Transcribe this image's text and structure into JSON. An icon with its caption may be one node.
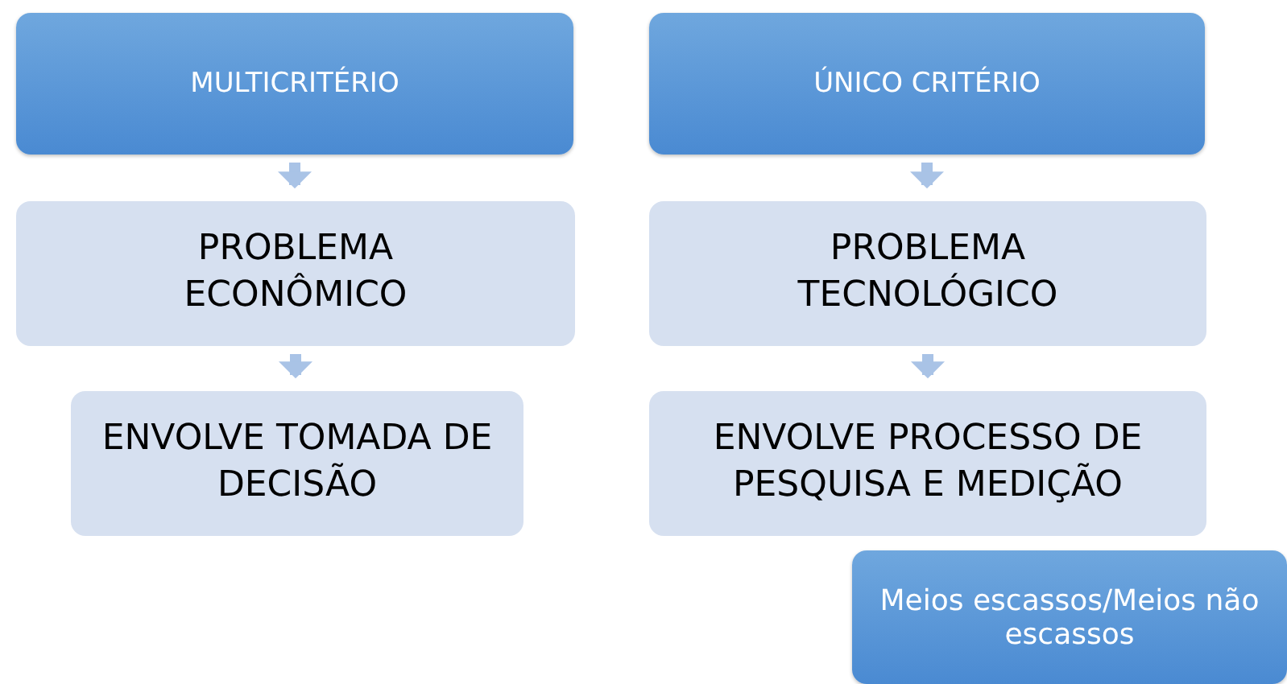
{
  "diagram": {
    "nodes": [
      {
        "text": [
          "MULTICRITÉRIO"
        ]
      },
      {
        "text": [
          "PROBLEMA ECONÔMICO"
        ]
      },
      {
        "text": [
          "ENVOLVE TOMADA DE DECISÃO"
        ]
      },
      {
        "text": [
          "ÚNICO CRITÉRIO"
        ]
      },
      {
        "text": [
          "PROBLEMA TECNOLÓGICO"
        ]
      },
      {
        "text": [
          "ENVOLVE PROCESSO DE PESQUISA E MEDIÇÃO"
        ]
      },
      {
        "text": [
          "Meios escassos/Meios não escassos"
        ]
      }
    ],
    "edges": [
      {
        "from": 0,
        "to": 1,
        "arrow": "to"
      },
      {
        "from": 1,
        "to": 2,
        "arrow": "to"
      },
      {
        "from": 3,
        "to": 4,
        "arrow": "to"
      },
      {
        "from": 4,
        "to": 5,
        "arrow": "to"
      }
    ]
  }
}
